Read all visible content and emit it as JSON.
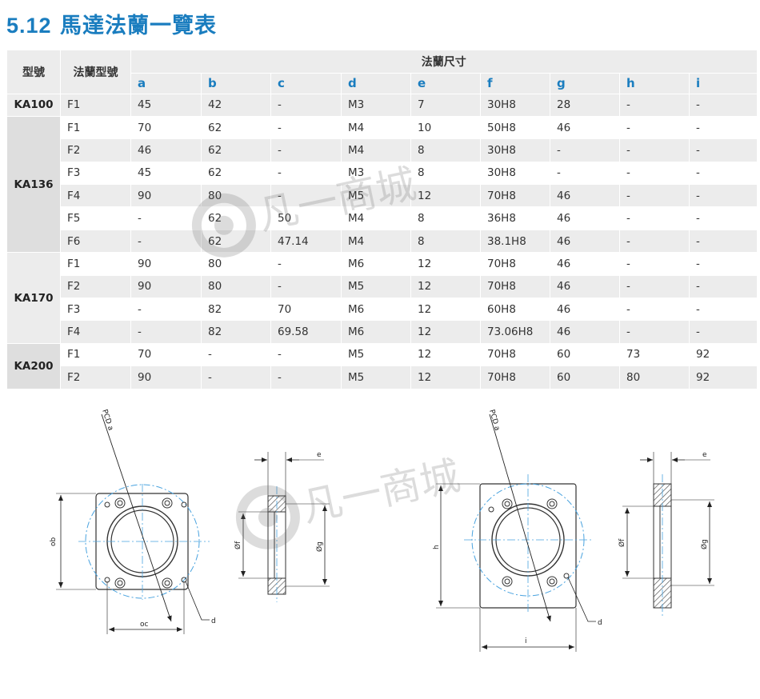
{
  "title": {
    "number": "5.12",
    "text": "馬達法蘭一覽表"
  },
  "table": {
    "header_model": "型號",
    "header_flange": "法蘭型號",
    "header_dims": "法蘭尺寸",
    "dim_columns": [
      "a",
      "b",
      "c",
      "d",
      "e",
      "f",
      "g",
      "h",
      "i"
    ],
    "groups": [
      {
        "model": "KA100",
        "rows": [
          {
            "flange": "F1",
            "values": [
              "45",
              "42",
              "-",
              "M3",
              "7",
              "30H8",
              "28",
              "-",
              "-"
            ]
          }
        ]
      },
      {
        "model": "KA136",
        "rows": [
          {
            "flange": "F1",
            "values": [
              "70",
              "62",
              "-",
              "M4",
              "10",
              "50H8",
              "46",
              "-",
              "-"
            ]
          },
          {
            "flange": "F2",
            "values": [
              "46",
              "62",
              "-",
              "M4",
              "8",
              "30H8",
              "-",
              "-",
              "-"
            ]
          },
          {
            "flange": "F3",
            "values": [
              "45",
              "62",
              "-",
              "M3",
              "8",
              "30H8",
              "-",
              "-",
              "-"
            ]
          },
          {
            "flange": "F4",
            "values": [
              "90",
              "80",
              "-",
              "M5",
              "12",
              "70H8",
              "46",
              "-",
              "-"
            ]
          },
          {
            "flange": "F5",
            "values": [
              "-",
              "62",
              "50",
              "M4",
              "8",
              "36H8",
              "46",
              "-",
              "-"
            ]
          },
          {
            "flange": "F6",
            "values": [
              "-",
              "62",
              "47.14",
              "M4",
              "8",
              "38.1H8",
              "46",
              "-",
              "-"
            ]
          }
        ]
      },
      {
        "model": "KA170",
        "rows": [
          {
            "flange": "F1",
            "values": [
              "90",
              "80",
              "-",
              "M6",
              "12",
              "70H8",
              "46",
              "-",
              "-"
            ]
          },
          {
            "flange": "F2",
            "values": [
              "90",
              "80",
              "-",
              "M5",
              "12",
              "70H8",
              "46",
              "-",
              "-"
            ]
          },
          {
            "flange": "F3",
            "values": [
              "-",
              "82",
              "70",
              "M6",
              "12",
              "60H8",
              "46",
              "-",
              "-"
            ]
          },
          {
            "flange": "F4",
            "values": [
              "-",
              "82",
              "69.58",
              "M6",
              "12",
              "73.06H8",
              "46",
              "-",
              "-"
            ]
          }
        ]
      },
      {
        "model": "KA200",
        "rows": [
          {
            "flange": "F1",
            "values": [
              "70",
              "-",
              "-",
              "M5",
              "12",
              "70H8",
              "60",
              "73",
              "92"
            ]
          },
          {
            "flange": "F2",
            "values": [
              "90",
              "-",
              "-",
              "M5",
              "12",
              "70H8",
              "60",
              "80",
              "92"
            ]
          }
        ]
      }
    ]
  },
  "drawing_labels": {
    "pcd": "PCD a",
    "ob": "ob",
    "oc": "oc",
    "d": "d",
    "e": "e",
    "phi_f": "Øf",
    "phi_g": "Øg",
    "h": "h",
    "i": "i"
  },
  "watermark": {
    "text": "凡一商城"
  },
  "colors": {
    "accent": "#1a7dbf",
    "header_bg": "#ececec",
    "model_bg": "#dedede",
    "hatch": "#555555",
    "centerline": "#4aa3df"
  }
}
